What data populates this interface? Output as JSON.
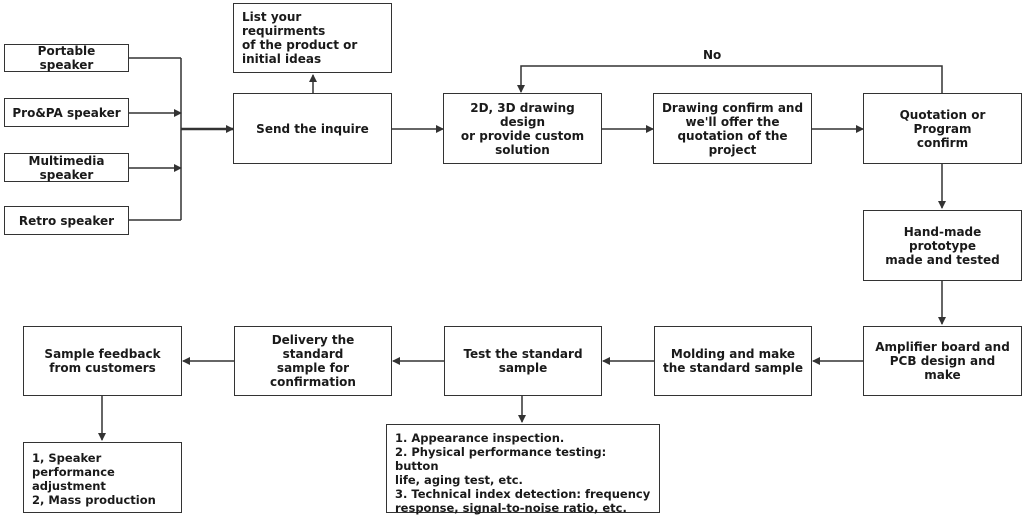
{
  "nodes": {
    "portable": "Portable speaker",
    "propa": "Pro&PA speaker",
    "multimedia": "Multimedia\nspeaker",
    "retro": "Retro speaker",
    "requirements": "List your requirments\nof the product or\ninitial ideas",
    "inquire": "Send the inquire",
    "drawing_design": "2D, 3D drawing design\nor provide custom\nsolution",
    "drawing_confirm": "Drawing confirm and\nwe'll offer the\nquotation of the\nproject",
    "quotation": "Quotation or Program\nconfirm",
    "prototype": "Hand-made prototype\nmade and tested",
    "amplifier": "Amplifier board and\nPCB design and make",
    "molding": "Molding and make\nthe standard sample",
    "test": "Test the standard\nsample",
    "delivery": "Delivery the standard\nsample for\nconfirmation",
    "feedback": "Sample feedback\nfrom customers",
    "test_details": "1. Appearance inspection.\n2. Physical performance testing: button\nlife, aging test, etc.\n3. Technical index detection: frequency\nresponse, signal-to-noise ratio, etc.",
    "adjustment": "1, Speaker\nperformance\nadjustment\n2, Mass production"
  },
  "loop_label": "No"
}
